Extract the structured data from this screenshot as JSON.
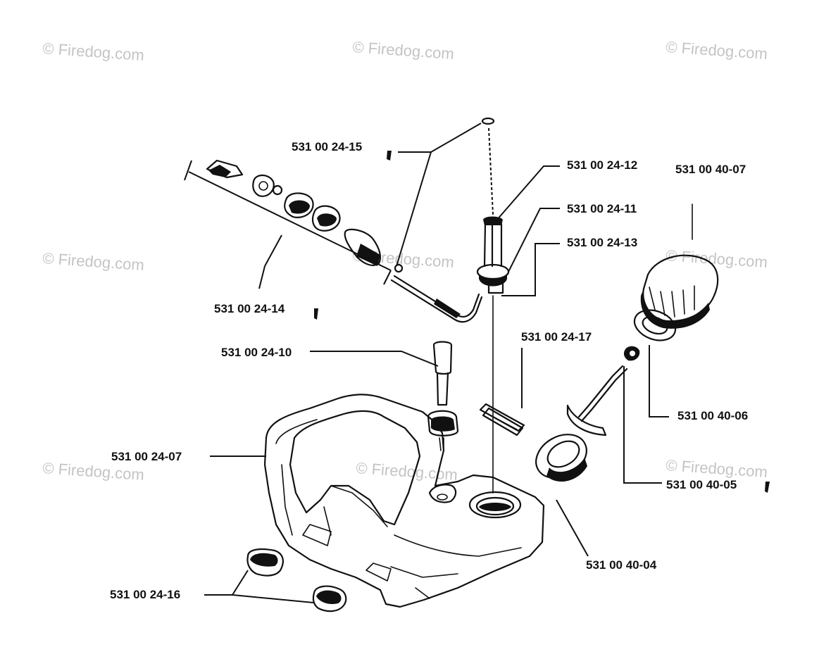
{
  "watermark_text": "© Firedog.com",
  "labels": {
    "p15": "531 00 24-15",
    "p12": "531 00 24-12",
    "p11": "531 00 24-11",
    "p13": "531 00 24-13",
    "p14": "531 00 24-14",
    "p10": "531 00 24-10",
    "p17": "531 00 24-17",
    "p07": "531 00 24-07",
    "p16": "531 00 24-16",
    "c07": "531 00 40-07",
    "c06": "531 00 40-06",
    "c05": "531 00 40-05",
    "c04": "531 00 40-04"
  },
  "colors": {
    "ink": "#111111",
    "watermark": "#c4c4c4",
    "background": "#ffffff"
  }
}
